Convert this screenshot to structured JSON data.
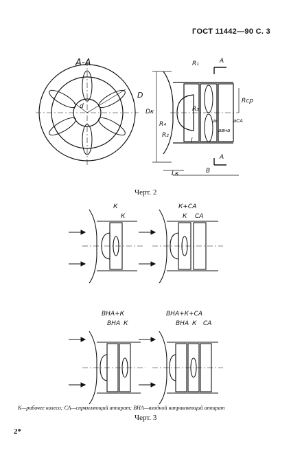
{
  "header": {
    "title": "ГОСТ 11442—90 С. 3"
  },
  "fig2": {
    "section_label": "А-А",
    "caption": "Черт. 2",
    "labels": {
      "D": "D",
      "d": "d",
      "R1": "R₁",
      "R2": "R₂",
      "R3": "R₃",
      "R4": "R₄",
      "Dk": "Dк",
      "Rcp": "Rср",
      "A_top": "А",
      "A_bot": "А",
      "Lk": "Lк",
      "B": "B",
      "l": "l",
      "ak": "aₖ",
      "aca": "aСА",
      "avna": "aвна"
    }
  },
  "fig3": {
    "caption": "Черт. 3",
    "panels": [
      {
        "title": "К",
        "parts": [
          "К"
        ]
      },
      {
        "title": "К+СА",
        "parts": [
          "К",
          "СА"
        ]
      },
      {
        "title": "ВНА+К",
        "parts": [
          "ВНА",
          "К"
        ]
      },
      {
        "title": "ВНА+К+СА",
        "parts": [
          "ВНА",
          "К",
          "СА"
        ]
      }
    ]
  },
  "legend": {
    "text": "К—рабочее колесо; СА—спрямляющий аппарат; ВНА—входной направляющий аппарат"
  },
  "page_number": "2*"
}
